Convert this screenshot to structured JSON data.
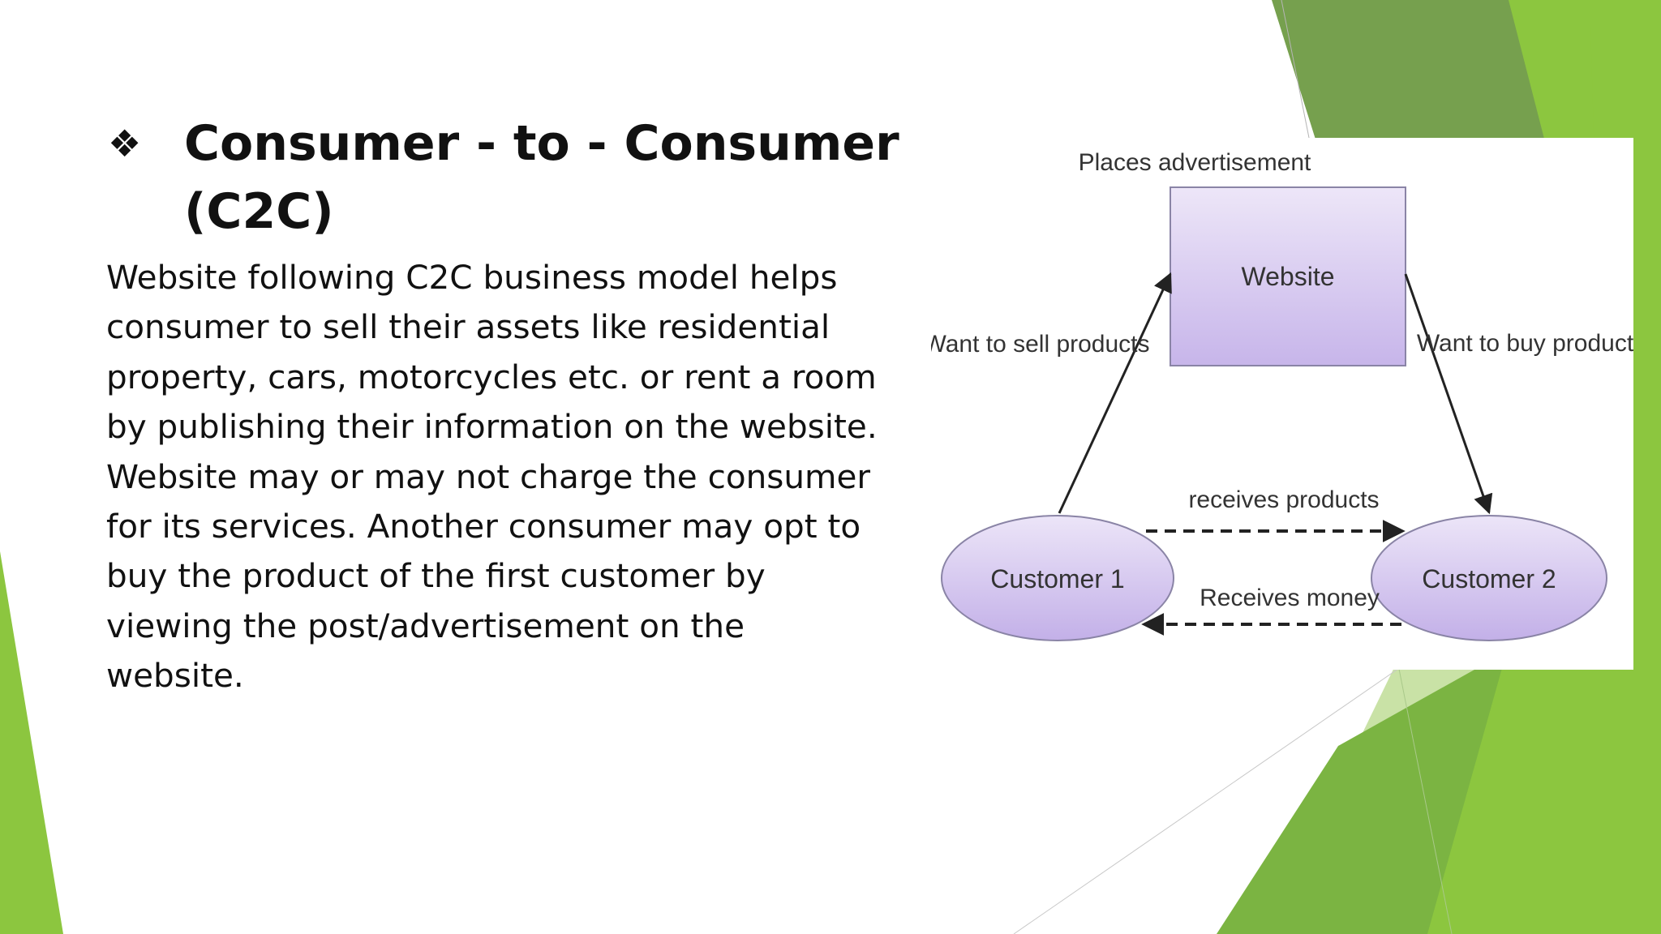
{
  "slide": {
    "bullet_icon": "diamond-cluster-icon",
    "title_lines": [
      "Consumer - to - Consumer",
      "(C2C)"
    ],
    "body_lines": [
      "Website following C2C business model helps",
      "consumer to sell their assets like residential",
      "property, cars, motorcycles etc. or rent a room",
      "by publishing their information on the website.",
      "Website may or may not charge the consumer",
      "for its services. Another consumer may opt to",
      "buy the product of the first customer by",
      "viewing the post/advertisement on the",
      "website."
    ]
  },
  "diagram": {
    "places_advertisement": "Places advertisement",
    "website": "Website",
    "want_to_sell": "Want to sell products",
    "want_to_buy": "Want to buy products",
    "receives_products": "receives products",
    "receives_money": "Receives money",
    "customer1": "Customer 1",
    "customer2": "Customer 2"
  },
  "colors": {
    "accent_green": "#8cc63f",
    "dark_green": "#6a9a48",
    "node_fill": "#d4c4ee",
    "node_stroke": "#8a84a6"
  }
}
